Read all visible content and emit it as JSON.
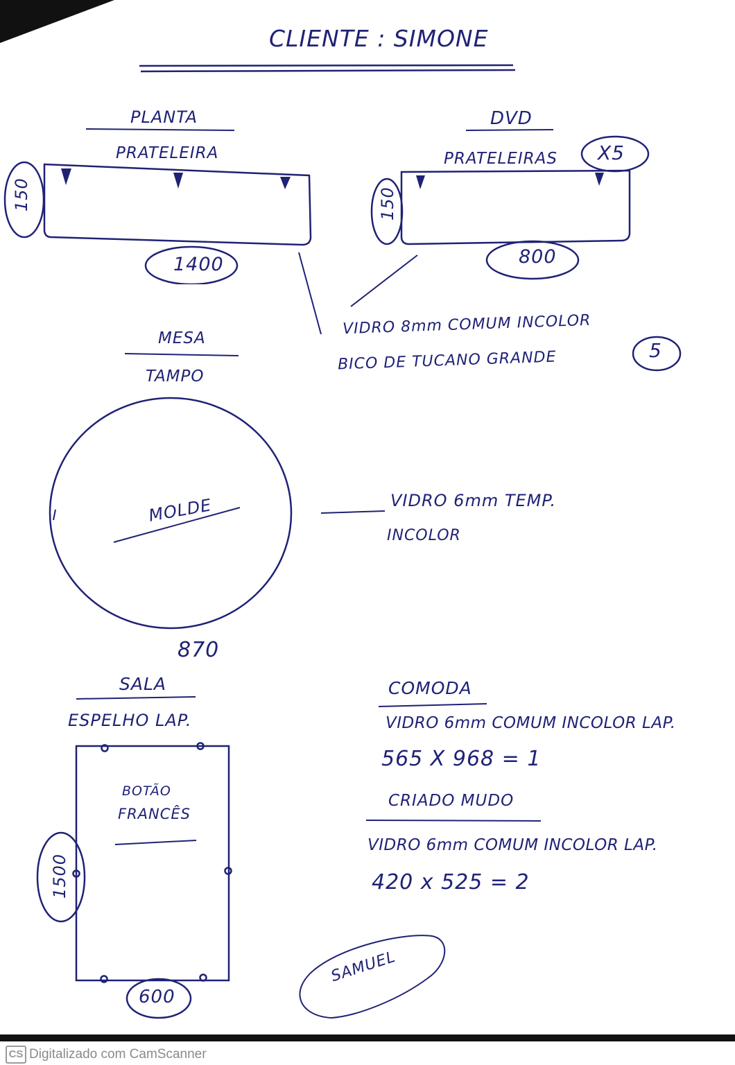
{
  "title": "CLIENTE : SIMONE",
  "planta": {
    "heading": "PLANTA",
    "item": "PRATELEIRA",
    "height": "150",
    "width": "1400"
  },
  "dvd": {
    "heading": "DVD",
    "item": "PRATELEIRAS",
    "qty": "X5",
    "height": "150",
    "width": "800"
  },
  "shelf_note": {
    "line1": "VIDRO 8mm COMUM INCOLOR",
    "line2": "BICO DE TUCANO GRANDE",
    "count": "5"
  },
  "mesa": {
    "heading": "MESA",
    "item": "TAMPO",
    "label": "MOLDE",
    "diameter": "870",
    "note_line1": "VIDRO 6mm TEMP.",
    "note_line2": "INCOLOR"
  },
  "sala": {
    "heading": "SALA",
    "item": "ESPELHO LAP.",
    "label_line1": "BOTÃO",
    "label_line2": "FRANCÊS",
    "height": "1500",
    "width": "600"
  },
  "comoda": {
    "heading": "COMODA",
    "spec": "VIDRO 6mm COMUM INCOLOR LAP.",
    "size": "565 X 968 = 1"
  },
  "criado_mudo": {
    "heading": "CRIADO MUDO",
    "spec": "VIDRO 6mm COMUM INCOLOR LAP.",
    "size": "420 x 525 = 2"
  },
  "signature": "SAMUEL",
  "footer": {
    "logo": "CS",
    "text": "Digitalizado com CamScanner"
  },
  "colors": {
    "ink": "#1f2275",
    "paper": "#ffffff",
    "footer_text": "#8a8a8a"
  }
}
